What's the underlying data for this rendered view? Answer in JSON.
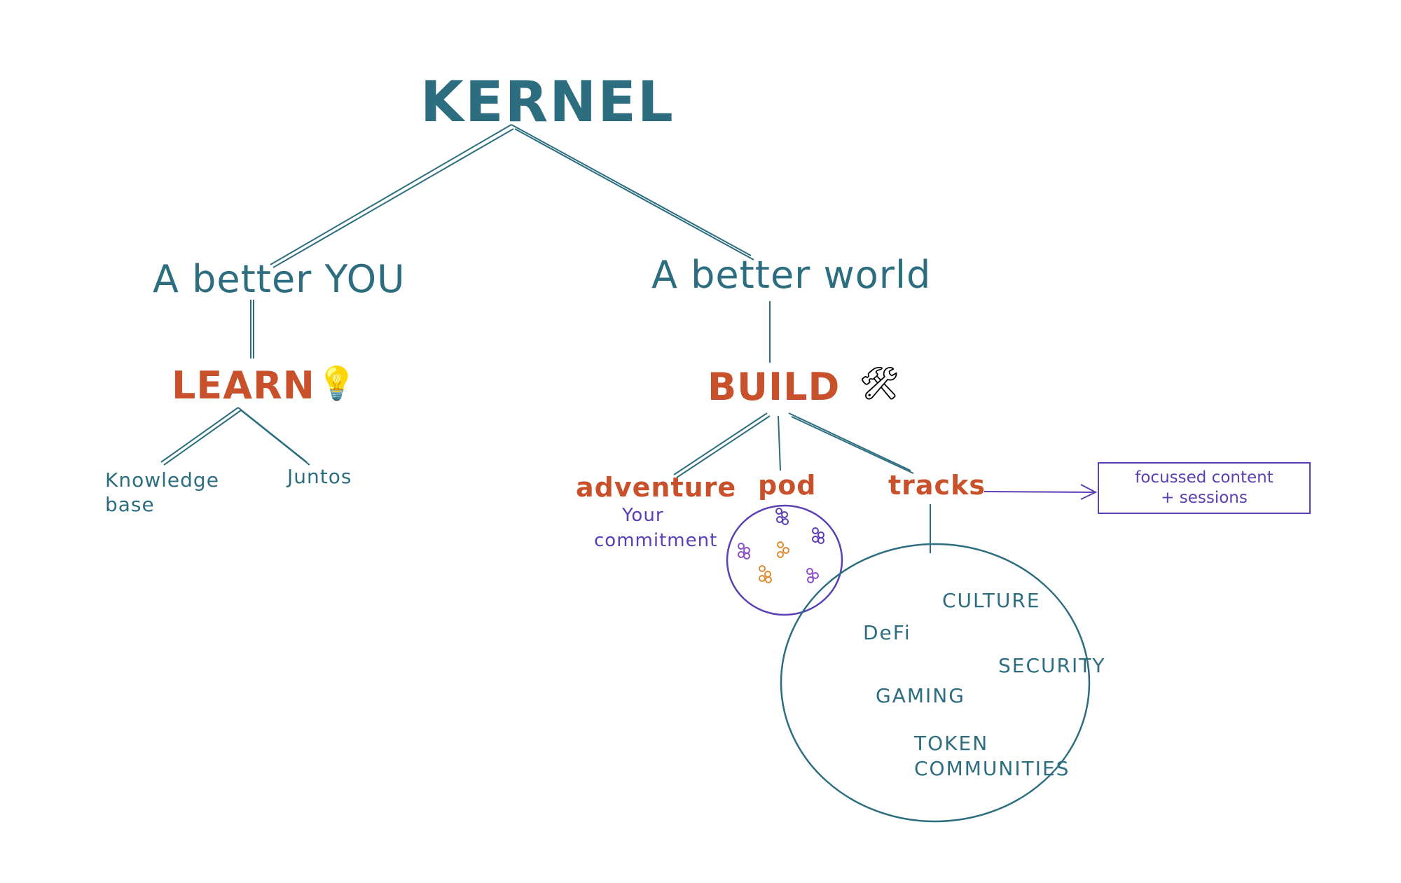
{
  "diagram": {
    "title": "KERNEL",
    "left_branch": {
      "label": "A better YOU",
      "child": "LEARN",
      "child_icon": "lightbulb-icon",
      "leaves": [
        {
          "line1": "Knowledge",
          "line2": "base"
        },
        {
          "line1": "Juntos"
        }
      ]
    },
    "right_branch": {
      "label": "A better world",
      "child": "BUILD",
      "child_icon": "tools-icon",
      "children": {
        "adventure": {
          "label": "adventure",
          "note_line1": "Your",
          "note_line2": "commitment"
        },
        "pod": {
          "label": "pod"
        },
        "tracks": {
          "label": "tracks",
          "box_line1": "focussed content",
          "box_line2": "+ sessions",
          "items": [
            "CULTURE",
            "DeFi",
            "SECURITY",
            "GAMING",
            "TOKEN",
            "COMMUNITIES"
          ]
        }
      }
    },
    "colors": {
      "teal": "#2c6e7f",
      "orange": "#c8502a",
      "purple": "#5b3fb5",
      "pod_orange": "#e08a2e"
    }
  }
}
